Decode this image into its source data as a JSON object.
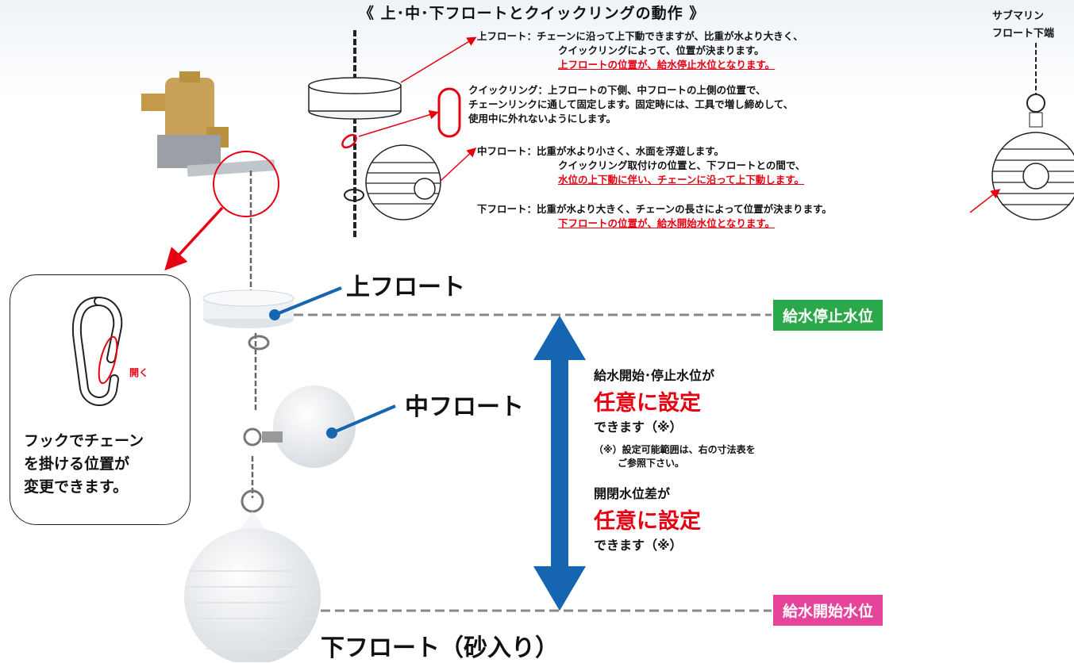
{
  "title": "《 上･中･下フロートとクイックリングの動作 》",
  "corner_label": {
    "line1": "サブマリン",
    "line2": "フロート下端"
  },
  "descriptions": {
    "upper": {
      "line1": "上フロート：チェーンに沿って上下動できますが、比重が水より大きく、",
      "line2": "クイックリングによって、位置が決まります。",
      "line3": "上フロートの位置が、給水停止水位となります。"
    },
    "ring": {
      "line1": "クイックリング：上フロートの下側、中フロートの上側の位置で、",
      "line2": "チェーンリンクに通して固定します。固定時には、工具で増し締めして、",
      "line3": "使用中に外れないようにします。"
    },
    "middle": {
      "line1": "中フロート：比重が水より小さく、水面を浮遊します。",
      "line2": "クイックリング取付けの位置と、下フロートとの間で、",
      "line3": "水位の上下動に伴い、チェーンに沿って上下動します。"
    },
    "lower": {
      "line1": "下フロート：比重が水より大きく、チェーンの長さによって位置が決まります。",
      "line2": "下フロートの位置が、給水開始水位となります。"
    }
  },
  "labels": {
    "upper_float": "上フロート",
    "middle_float": "中フロート",
    "lower_float": "下フロート（砂入り）"
  },
  "levels": {
    "stop": "給水停止水位",
    "start": "給水開始水位"
  },
  "info": {
    "line1": "給水開始･停止水位が",
    "emph1": "任意に設定",
    "line2": "できます（※）",
    "note1": "（※）設定可能範囲は、右の寸法表を",
    "note2": "ご参照下さい。",
    "line3": "開閉水位差が",
    "emph2": "任意に設定",
    "line4": "できます（※）"
  },
  "hook": {
    "open_label": "開く",
    "line1": "フックでチェーン",
    "line2": "を掛ける位置が",
    "line3": "変更できます。"
  },
  "colors": {
    "accent_blue": "#1565b0",
    "red": "#e60012",
    "green": "#2aa84a",
    "pink": "#e6439b"
  }
}
